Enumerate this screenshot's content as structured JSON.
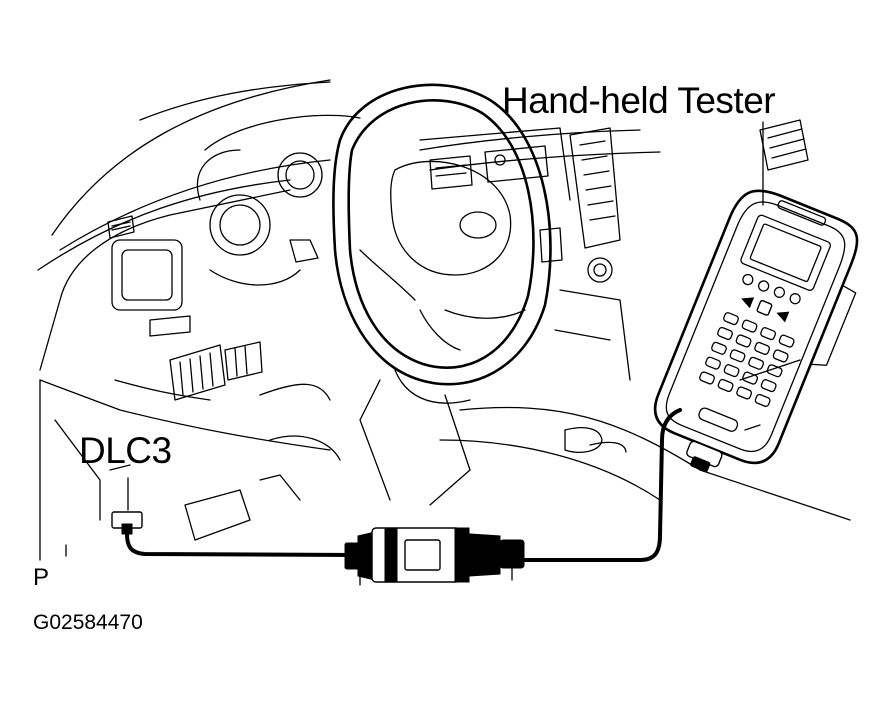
{
  "labels": {
    "tester": "Hand-held Tester",
    "dlc3": "DLC3",
    "p": "P",
    "figure_code": "G02584470"
  }
}
